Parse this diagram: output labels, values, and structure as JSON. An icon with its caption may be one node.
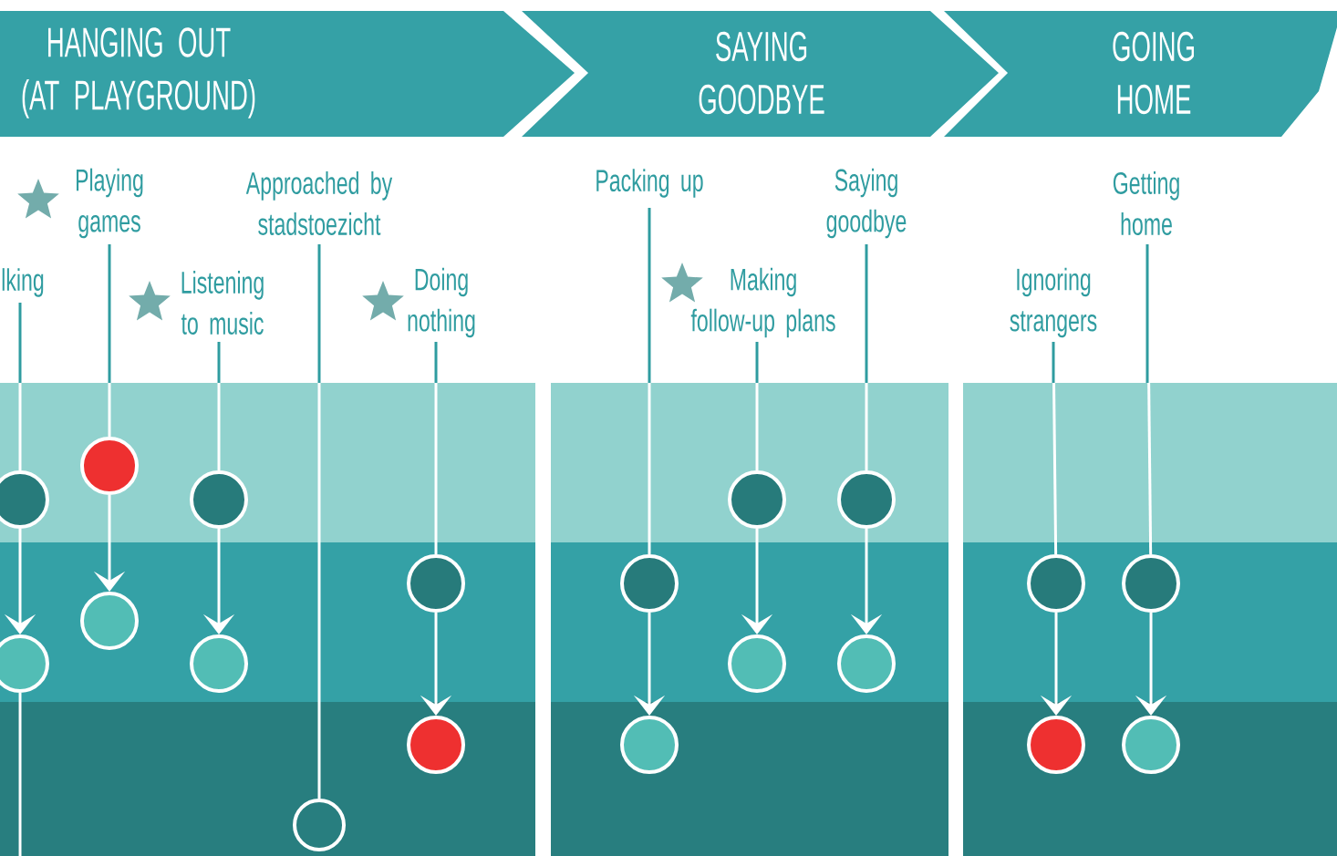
{
  "diagram": {
    "nodes": [
      {
        "text": [
          "HANGING OUT (AT PLAYGROUND)"
        ]
      },
      {
        "text": [
          "SAYING GOODBYE"
        ]
      },
      {
        "text": [
          "GOING HOME"
        ]
      },
      {
        "text": [
          "lking"
        ]
      },
      {
        "text": [
          "Playing games"
        ]
      },
      {
        "text": [
          "Listening to music"
        ]
      },
      {
        "text": [
          "Approached by stadstoezicht"
        ]
      },
      {
        "text": [
          "Doing nothing"
        ]
      },
      {
        "text": [
          "Packing up"
        ]
      },
      {
        "text": [
          "Making follow-up plans"
        ]
      },
      {
        "text": [
          "Saying goodbye"
        ]
      },
      {
        "text": [
          "Ignoring strangers"
        ]
      },
      {
        "text": [
          "Getting home"
        ]
      },
      {
        "text": [],
        "shape": "circle"
      },
      {
        "text": [],
        "shape": "circle"
      },
      {
        "text": [],
        "shape": "circle"
      },
      {
        "text": [],
        "shape": "circle"
      },
      {
        "text": [],
        "shape": "circle"
      },
      {
        "text": [],
        "shape": "circle"
      },
      {
        "text": [],
        "shape": "circle"
      },
      {
        "text": [],
        "shape": "circle"
      },
      {
        "text": [],
        "shape": "circle"
      },
      {
        "text": [],
        "shape": "circle"
      },
      {
        "text": [],
        "shape": "circle"
      },
      {
        "text": [],
        "shape": "circle"
      },
      {
        "text": [],
        "shape": "circle"
      },
      {
        "text": [],
        "shape": "circle"
      },
      {
        "text": [],
        "shape": "circle"
      },
      {
        "text": [],
        "shape": "circle"
      },
      {
        "text": [],
        "shape": "circle"
      },
      {
        "text": [],
        "shape": "circle"
      },
      {
        "text": [],
        "shape": "circle"
      }
    ],
    "edges": [
      {
        "from": 3,
        "to": 13,
        "arrow": "none"
      },
      {
        "from": 13,
        "to": 14,
        "arrow": "to"
      },
      {
        "from": 14,
        "to": null,
        "arrow": "none"
      },
      {
        "from": 4,
        "to": 15,
        "arrow": "none"
      },
      {
        "from": 15,
        "to": 16,
        "arrow": "to"
      },
      {
        "from": 5,
        "to": 17,
        "arrow": "none"
      },
      {
        "from": 17,
        "to": 18,
        "arrow": "to"
      },
      {
        "from": 6,
        "to": 19,
        "arrow": "none"
      },
      {
        "from": 7,
        "to": 20,
        "arrow": "none"
      },
      {
        "from": 20,
        "to": 21,
        "arrow": "to"
      },
      {
        "from": 8,
        "to": 22,
        "arrow": "none"
      },
      {
        "from": 22,
        "to": 23,
        "arrow": "to"
      },
      {
        "from": 9,
        "to": 24,
        "arrow": "none"
      },
      {
        "from": 24,
        "to": 25,
        "arrow": "to"
      },
      {
        "from": 10,
        "to": 26,
        "arrow": "none"
      },
      {
        "from": 26,
        "to": 27,
        "arrow": "to"
      },
      {
        "from": 11,
        "to": 28,
        "arrow": "none"
      },
      {
        "from": 28,
        "to": 29,
        "arrow": "to"
      },
      {
        "from": 12,
        "to": 30,
        "arrow": "none"
      },
      {
        "from": 30,
        "to": 31,
        "arrow": "to"
      }
    ]
  }
}
